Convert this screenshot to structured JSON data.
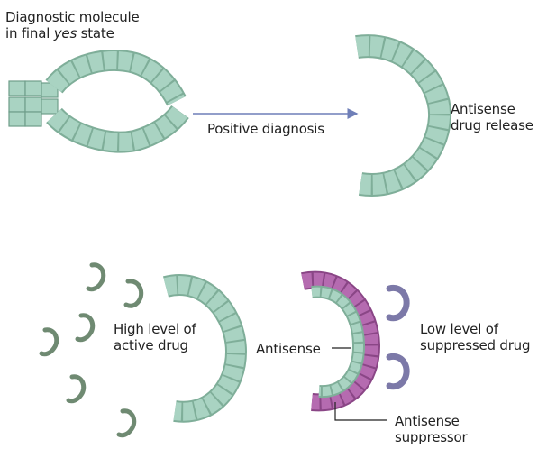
{
  "title": {
    "line1": "Diagnostic molecule",
    "line2_prefix": "in final ",
    "line2_italic": "yes",
    "line2_suffix": " state"
  },
  "labels": {
    "positive_diagnosis": "Positive diagnosis",
    "antisense_release_1": "Antisense",
    "antisense_release_2": "drug release",
    "high_level_1": "High level of",
    "high_level_2": "active drug",
    "antisense": "Antisense",
    "low_level_1": "Low level of",
    "low_level_2": "suppressed drug",
    "suppressor_1": "Antisense",
    "suppressor_2": "suppressor"
  },
  "colors": {
    "strand_fill": "#a9d3c2",
    "strand_edge": "#6f9e8a",
    "strand_dark": "#7fae99",
    "suppressor_fill": "#b56bb0",
    "suppressor_edge": "#8a4686",
    "suppressed_drug": "#7c79a8",
    "active_drug": "#6f8a72",
    "arrow": "#6f7fb8",
    "text": "#222222"
  }
}
